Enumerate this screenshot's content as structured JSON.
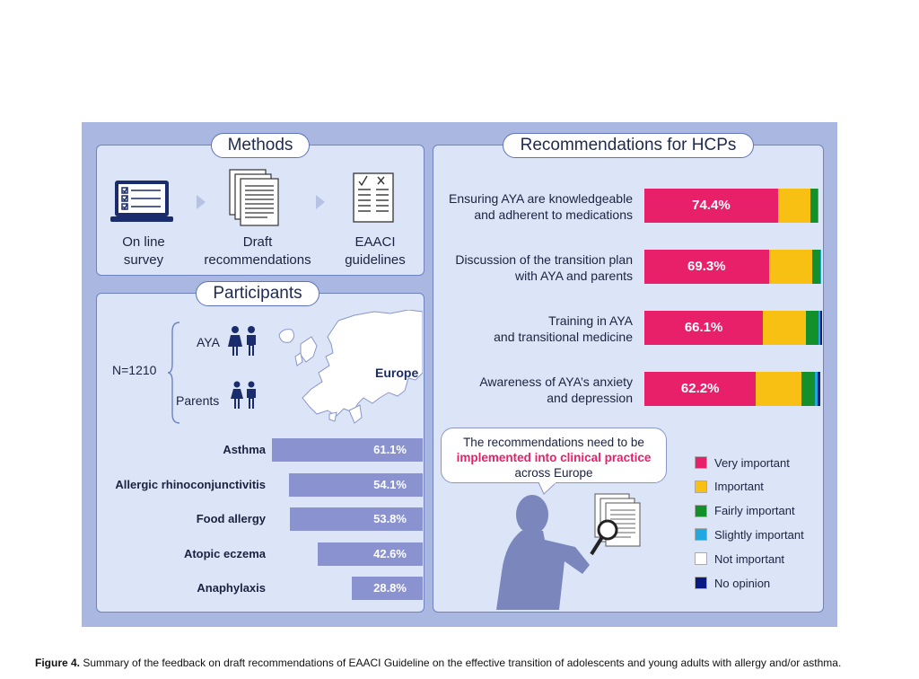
{
  "methods": {
    "title": "Methods",
    "steps": [
      {
        "label": "On line\nsurvey",
        "icon": "laptop-survey-icon"
      },
      {
        "label": "Draft\nrecommendations",
        "icon": "document-stack-icon"
      },
      {
        "label": "EAACI\nguidelines",
        "icon": "checklist-icon"
      }
    ]
  },
  "participants": {
    "title": "Participants",
    "n": "N=1210",
    "groups": [
      "AYA",
      "Parents"
    ],
    "region": "Europe",
    "conditions": [
      {
        "name": "Asthma",
        "pct": "61.1%",
        "value": 61.1
      },
      {
        "name": "Allergic rhinoconjunctivitis",
        "pct": "54.1%",
        "value": 54.1
      },
      {
        "name": "Food allergy",
        "pct": "53.8%",
        "value": 53.8
      },
      {
        "name": "Atopic eczema",
        "pct": "42.6%",
        "value": 42.6
      },
      {
        "name": "Anaphylaxis",
        "pct": "28.8%",
        "value": 28.8
      }
    ]
  },
  "recommendations": {
    "title": "Recommendations for HCPs",
    "items": [
      {
        "label": "Ensuring AYA are knowledgeable\nand adherent to medications",
        "pct": "74.4%",
        "segments": [
          74.4,
          18.0,
          4.0,
          0.6,
          0,
          0
        ]
      },
      {
        "label": "Discussion of the transition plan\nwith AYA and parents",
        "pct": "69.3%",
        "segments": [
          69.3,
          24.0,
          4.5,
          0.6,
          0,
          0
        ]
      },
      {
        "label": "Training in AYA\nand transitional medicine",
        "pct": "66.1%",
        "segments": [
          66.1,
          24.0,
          7.0,
          0.7,
          0,
          1.0
        ]
      },
      {
        "label": "Awareness of AYA’s anxiety\nand depression",
        "pct": "62.2%",
        "segments": [
          62.2,
          25.5,
          7.5,
          1.3,
          0,
          1.5
        ]
      }
    ],
    "bubble": {
      "line1": "The recommendations need to be",
      "highlight": "implemented into clinical practice",
      "line3": "across Europe"
    }
  },
  "legend": [
    {
      "label": "Very important",
      "color": "#e8206a"
    },
    {
      "label": "Important",
      "color": "#f8c012"
    },
    {
      "label": "Fairly important",
      "color": "#138f2c"
    },
    {
      "label": "Slightly important",
      "color": "#21a8e0"
    },
    {
      "label": "Not important",
      "color": "#ffffff"
    },
    {
      "label": "No opinion",
      "color": "#0a1a80"
    }
  ],
  "caption": {
    "label": "Figure 4.",
    "text": " Summary of the feedback on draft recommendations of EAACI Guideline on the effective transition of adolescents and young adults with allergy and/or asthma."
  }
}
